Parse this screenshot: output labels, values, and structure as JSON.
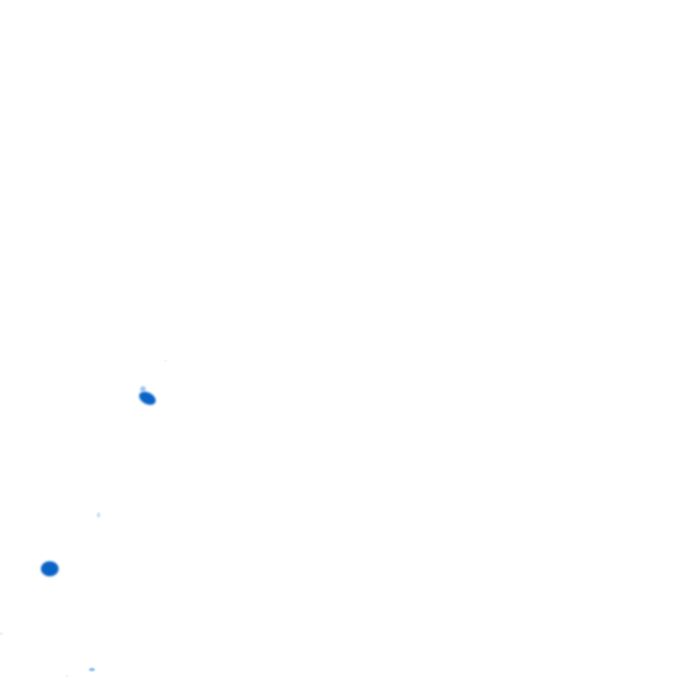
{
  "image": {
    "background_color": "#ffffff",
    "marks": [
      {
        "name": "ink-blob",
        "color": "#0a64c8"
      },
      {
        "name": "ink-blob-tip",
        "color": "#3a8fe0"
      },
      {
        "name": "ink-speck",
        "color": "#9ec9f0"
      },
      {
        "name": "ink-dot",
        "color": "#8cc0f0"
      },
      {
        "name": "ink-blob-round",
        "color": "#0b63c6"
      },
      {
        "name": "ink-dot",
        "color": "#4a9ae4"
      },
      {
        "name": "ink-dot",
        "color": "#9cc8f0"
      },
      {
        "name": "ink-speck",
        "color": "#a8cff2"
      }
    ]
  }
}
